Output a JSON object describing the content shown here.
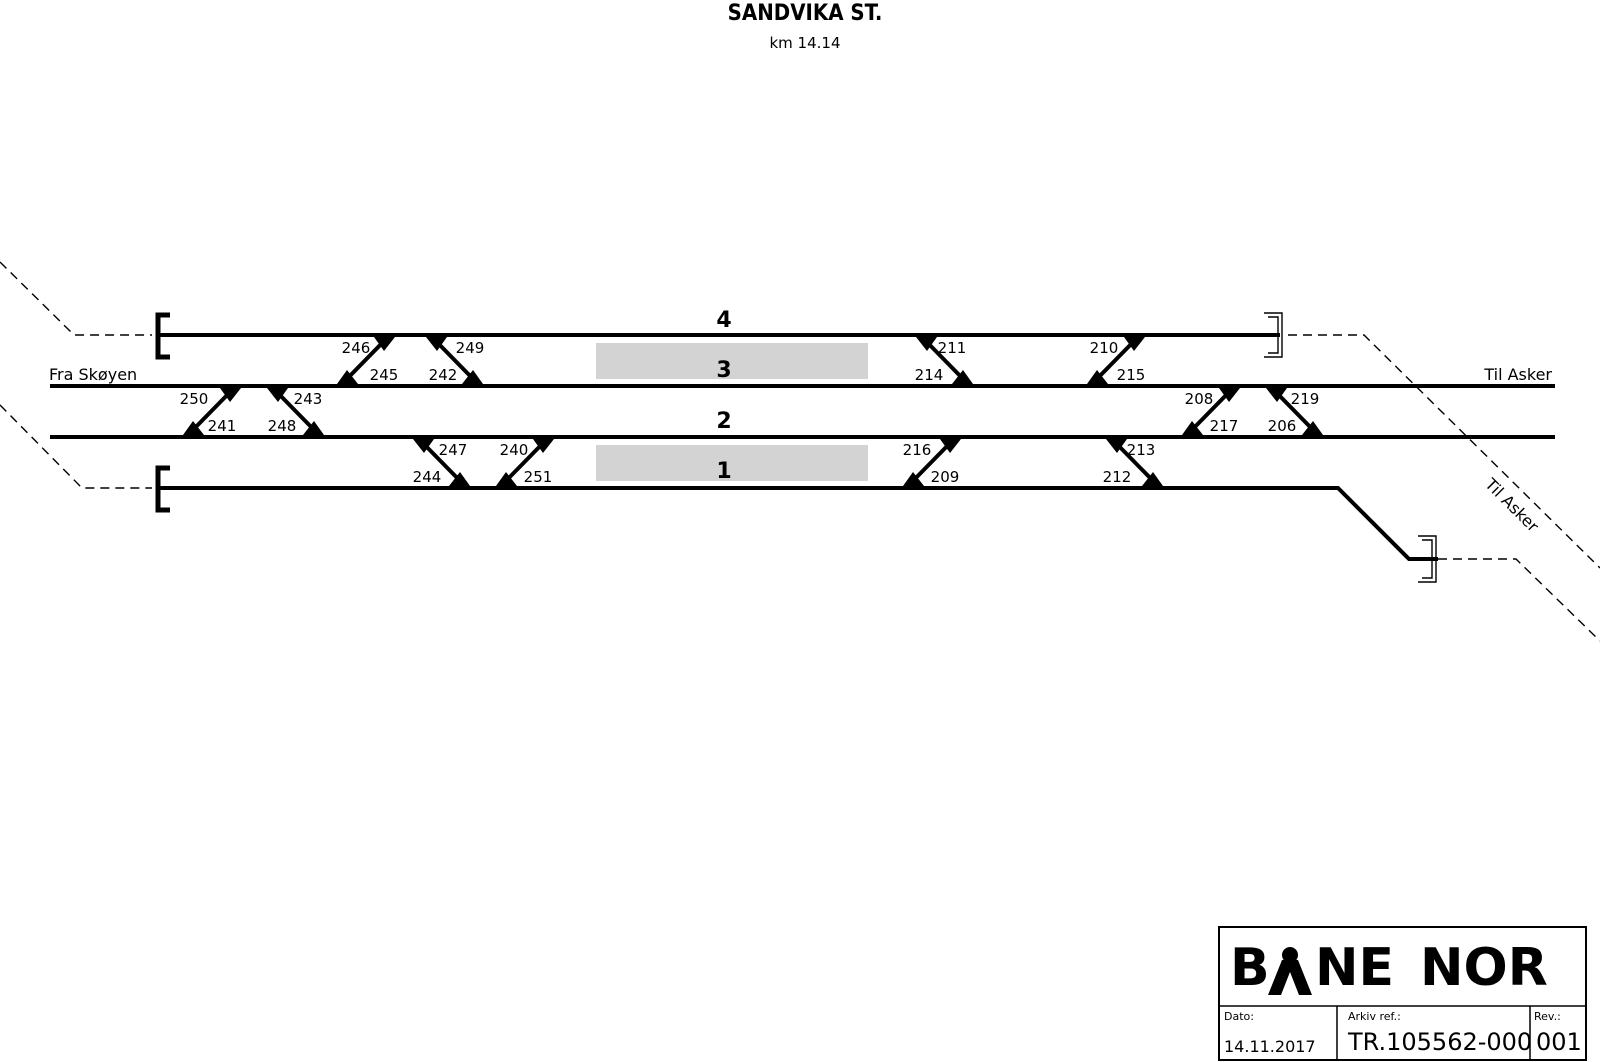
{
  "header": {
    "title": "SANDVIKA ST.",
    "km": "km 14.14"
  },
  "tracks": {
    "t4": "4",
    "t3": "3",
    "t2": "2",
    "t1": "1"
  },
  "destinations": {
    "fra_skoyen": "Fra Skøyen",
    "til_asker_main": "Til Asker",
    "til_asker_branch": "Til Asker"
  },
  "switches": {
    "s246": "246",
    "s249": "249",
    "s245": "245",
    "s242": "242",
    "s211": "211",
    "s210": "210",
    "s214": "214",
    "s215": "215",
    "s250": "250",
    "s243": "243",
    "s241": "241",
    "s248": "248",
    "s208": "208",
    "s219": "219",
    "s217": "217",
    "s206": "206",
    "s247": "247",
    "s240": "240",
    "s244": "244",
    "s251": "251",
    "s216": "216",
    "s213": "213",
    "s209": "209",
    "s212": "212"
  },
  "title_block": {
    "logo": {
      "b": "B",
      "ne": "NE",
      "nor": "NOR"
    },
    "date_label": "Dato:",
    "date_value": "14.11.2017",
    "archive_label": "Arkiv ref.:",
    "archive_value": "TR.105562-000",
    "rev_label": "Rev.:",
    "rev_value": "001"
  }
}
